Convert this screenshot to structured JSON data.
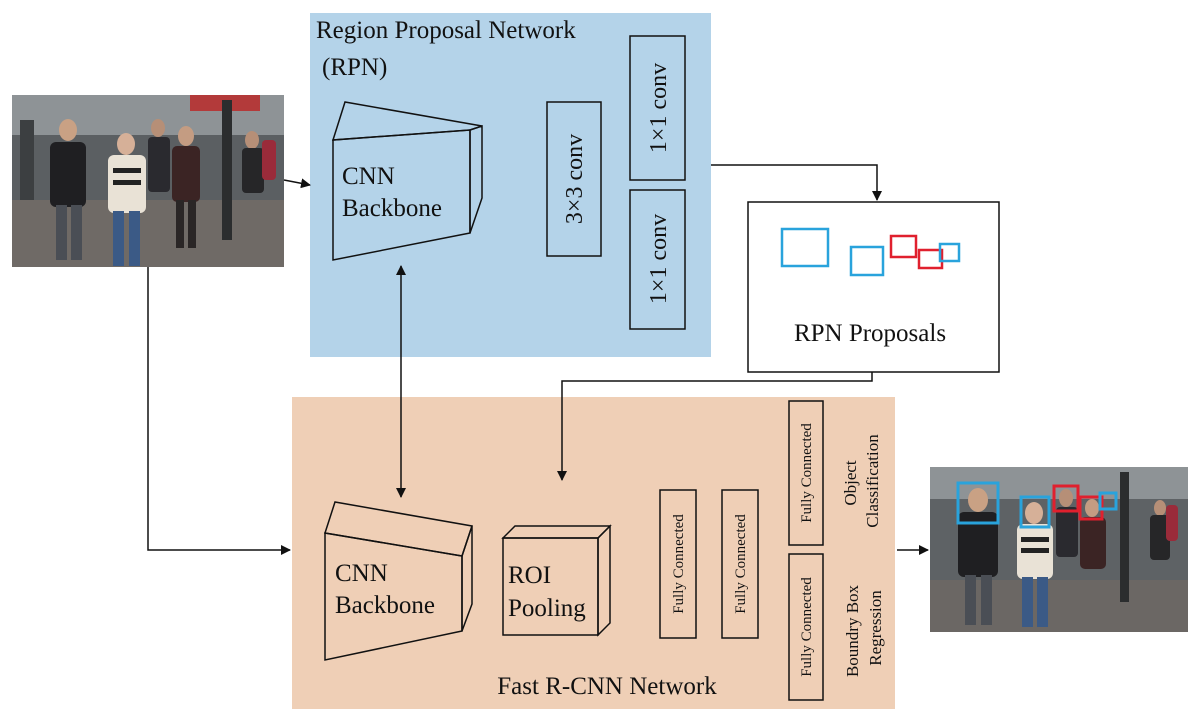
{
  "rpn": {
    "title_line1": "Region Proposal Network",
    "title_line2": "(RPN)",
    "backbone_line1": "CNN",
    "backbone_line2": "Backbone",
    "conv3": "3×3 conv",
    "conv1_top": "1×1 conv",
    "conv1_bottom": "1×1 conv"
  },
  "proposals": {
    "label": "RPN Proposals"
  },
  "fast_rcnn": {
    "title": "Fast R-CNN Network",
    "backbone_line1": "CNN",
    "backbone_line2": "Backbone",
    "roi_line1": "ROI",
    "roi_line2": "Pooling",
    "fc1": "Fully Connected",
    "fc2": "Fully Connected",
    "fc_cls": "Fully Connected",
    "fc_reg": "Fully Connected",
    "cls_line1": "Object",
    "cls_line2": "Classification",
    "reg_line1": "Boundry Box",
    "reg_line2": "Regression"
  },
  "colors": {
    "rpn_bg": "#b4d3e9",
    "fast_bg": "#efcfb6",
    "proposal_blue": "#29a3dc",
    "proposal_red": "#e0202e"
  }
}
